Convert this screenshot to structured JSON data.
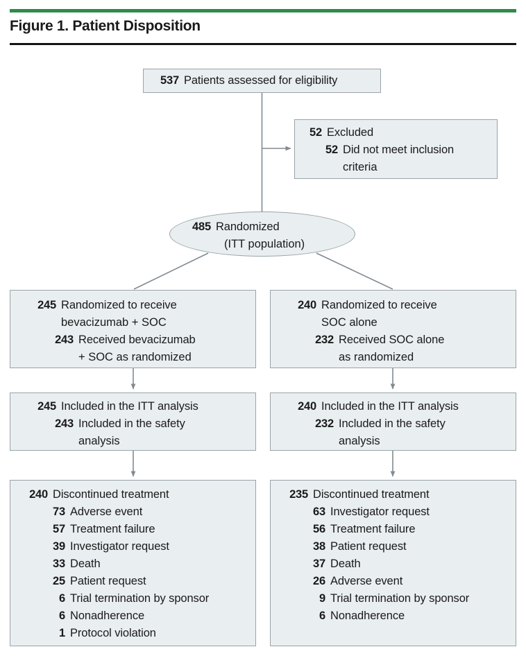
{
  "header": {
    "title": "Figure 1. Patient Disposition",
    "rule_green_color": "#2e8b48",
    "rule_black_color": "#141414"
  },
  "theme": {
    "box_fill": "#e9eef1",
    "box_border": "#9aa3a8",
    "connector": "#808b90",
    "text": "#1a1a1a"
  },
  "flow": {
    "assessed": {
      "num": "537",
      "text": "Patients assessed for eligibility"
    },
    "excluded": {
      "num": "52",
      "text": "Excluded",
      "sub_num": "52",
      "sub_text": "Did not meet inclusion",
      "sub_text_cont": "criteria"
    },
    "randomized": {
      "num": "485",
      "text": "Randomized",
      "line2": "(ITT population)"
    },
    "arms": [
      {
        "id": "bevacizumab-soc",
        "allocation": {
          "num": "245",
          "text": "Randomized to receive",
          "text_cont": "bevacizumab + SOC",
          "sub_num": "243",
          "sub_text": "Received bevacizumab",
          "sub_text_cont": "+ SOC as randomized"
        },
        "analysis": {
          "num": "245",
          "text": "Included in the ITT analysis",
          "sub_num": "243",
          "sub_text": "Included in the safety",
          "sub_text_cont": "analysis"
        },
        "discontinued": {
          "num": "240",
          "text": "Discontinued treatment",
          "reasons": [
            {
              "num": "73",
              "text": "Adverse event"
            },
            {
              "num": "57",
              "text": "Treatment failure"
            },
            {
              "num": "39",
              "text": "Investigator request"
            },
            {
              "num": "33",
              "text": "Death"
            },
            {
              "num": "25",
              "text": "Patient request"
            },
            {
              "num": "6",
              "text": "Trial termination by sponsor"
            },
            {
              "num": "6",
              "text": "Nonadherence"
            },
            {
              "num": "1",
              "text": "Protocol violation"
            }
          ]
        }
      },
      {
        "id": "soc-alone",
        "allocation": {
          "num": "240",
          "text": "Randomized to receive",
          "text_cont": "SOC alone",
          "sub_num": "232",
          "sub_text": "Received SOC alone",
          "sub_text_cont": "as randomized"
        },
        "analysis": {
          "num": "240",
          "text": "Included in the ITT analysis",
          "sub_num": "232",
          "sub_text": "Included in the safety",
          "sub_text_cont": "analysis"
        },
        "discontinued": {
          "num": "235",
          "text": "Discontinued treatment",
          "reasons": [
            {
              "num": "63",
              "text": "Investigator request"
            },
            {
              "num": "56",
              "text": "Treatment failure"
            },
            {
              "num": "38",
              "text": "Patient request"
            },
            {
              "num": "37",
              "text": "Death"
            },
            {
              "num": "26",
              "text": "Adverse event"
            },
            {
              "num": "9",
              "text": "Trial termination by sponsor"
            },
            {
              "num": "6",
              "text": "Nonadherence"
            }
          ]
        }
      }
    ]
  }
}
